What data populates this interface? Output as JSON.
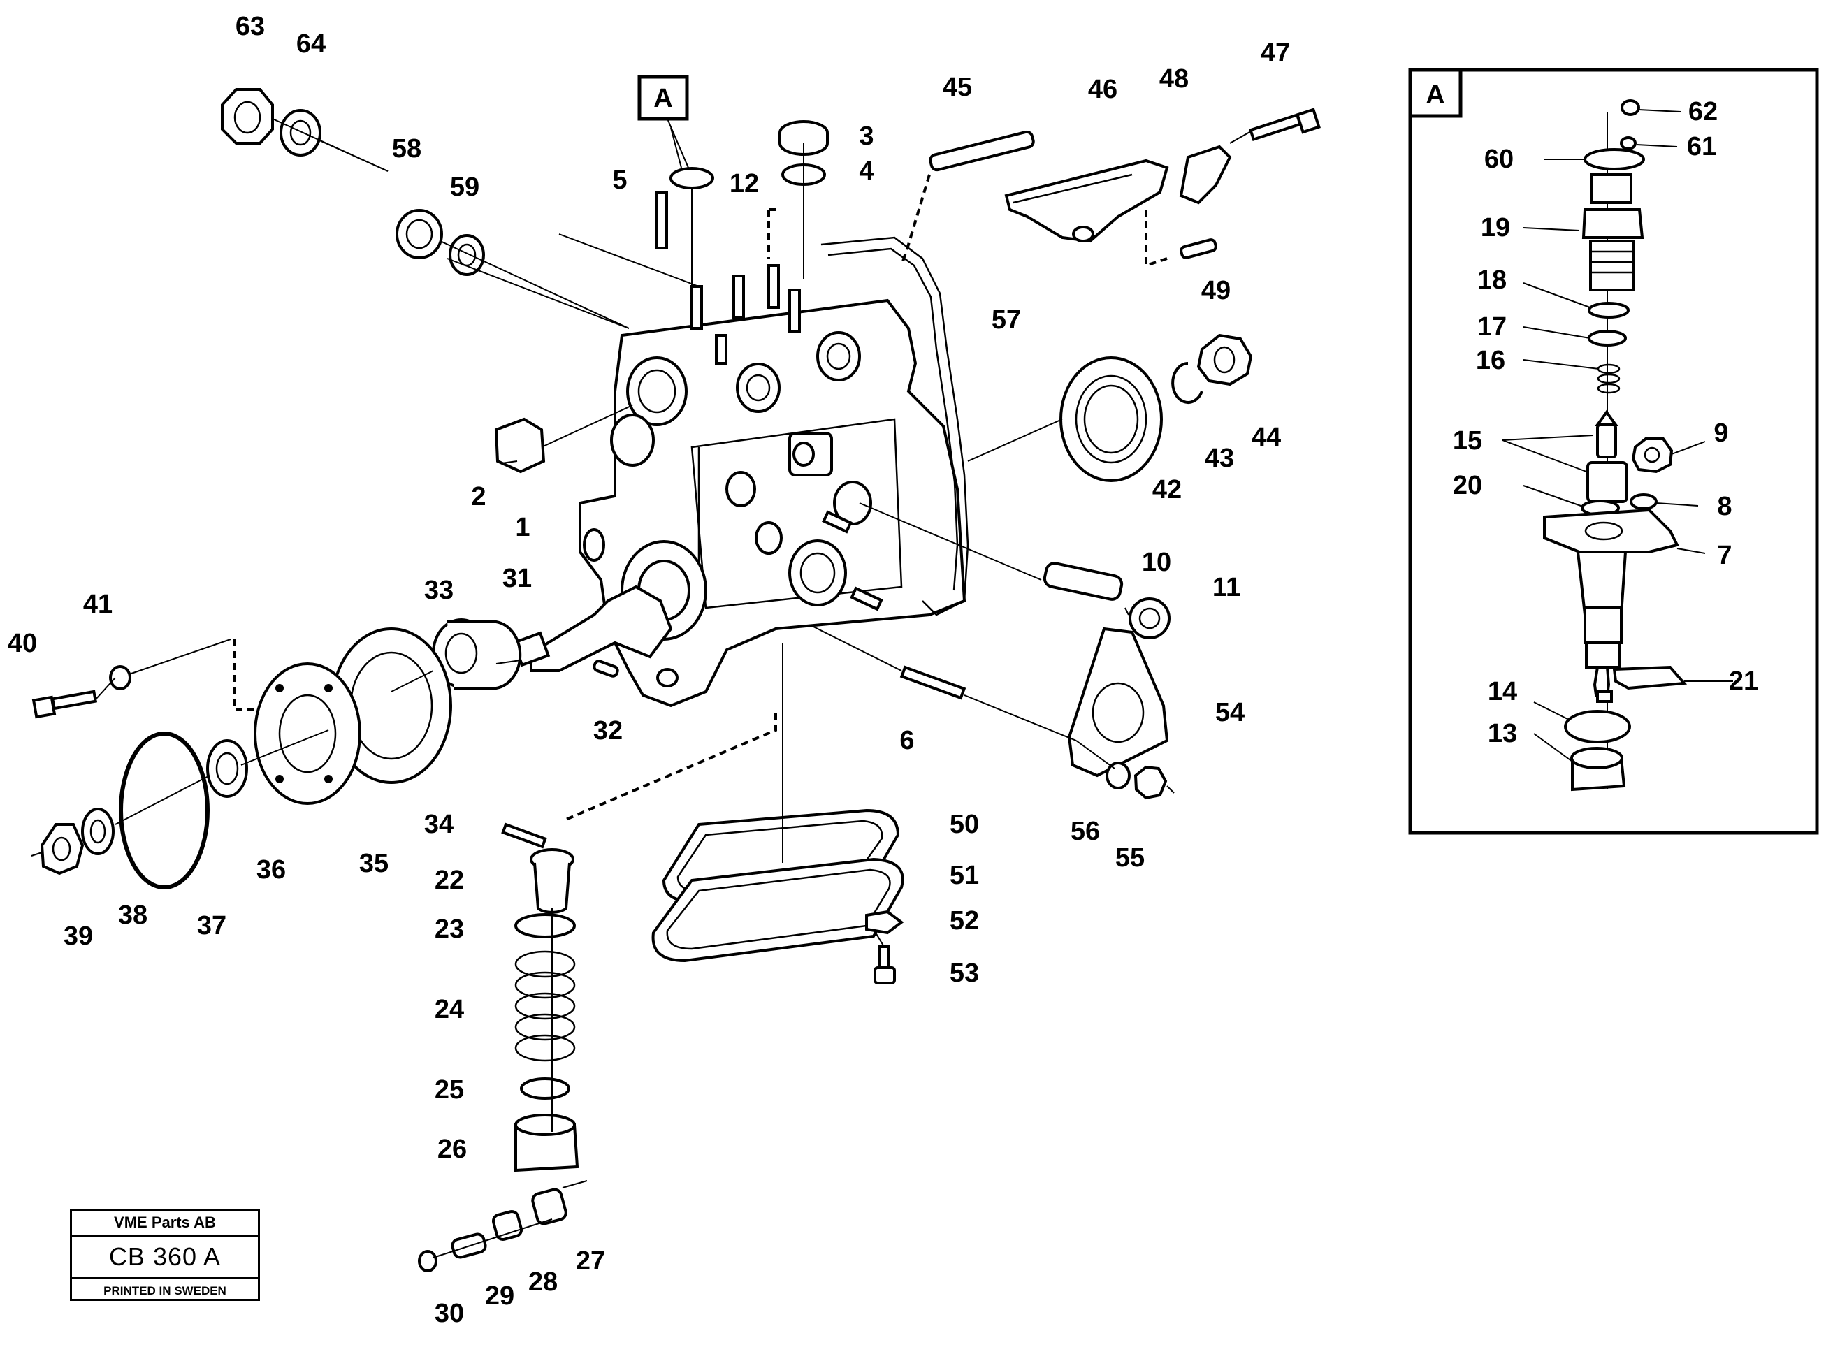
{
  "detail_view": {
    "callout_letter": "A",
    "frame_letter": "A"
  },
  "part_numbers": {
    "p63": "63",
    "p64": "64",
    "p58": "58",
    "p59": "59",
    "p5": "5",
    "p12": "12",
    "p3": "3",
    "p4": "4",
    "p45": "45",
    "p46": "46",
    "p48": "48",
    "p47": "47",
    "p57": "57",
    "p49": "49",
    "p2": "2",
    "p1": "1",
    "p42": "42",
    "p43": "43",
    "p44": "44",
    "p10": "10",
    "p11": "11",
    "p31": "31",
    "p33": "33",
    "p41": "41",
    "p40": "40",
    "p32": "32",
    "p6": "6",
    "p54": "54",
    "p34": "34",
    "p35": "35",
    "p36": "36",
    "p37": "37",
    "p38": "38",
    "p39": "39",
    "p50": "50",
    "p51": "51",
    "p52": "52",
    "p53": "53",
    "p22": "22",
    "p23": "23",
    "p24": "24",
    "p25": "25",
    "p26": "26",
    "p27": "27",
    "p28": "28",
    "p29": "29",
    "p30": "30",
    "p56": "56",
    "p55": "55",
    "p62": "62",
    "p61": "61",
    "p60": "60",
    "p19": "19",
    "p18": "18",
    "p17": "17",
    "p16": "16",
    "p15": "15",
    "p9": "9",
    "p20": "20",
    "p8": "8",
    "p7": "7",
    "p21": "21",
    "p14": "14",
    "p13": "13"
  },
  "stamp": {
    "company": "VME Parts AB",
    "code": "CB 360 A",
    "printed": "PRINTED IN SWEDEN"
  }
}
